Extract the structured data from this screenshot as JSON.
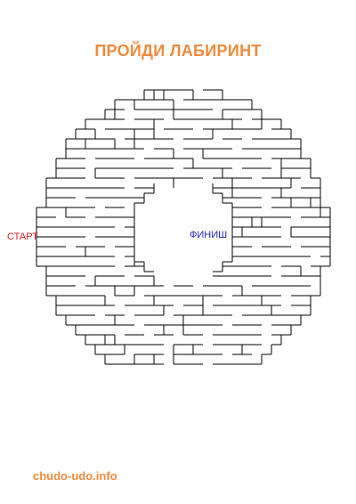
{
  "title": "ПРОЙДИ ЛАБИРИНТ",
  "start_label": "СТАРТ",
  "finish_label": "ФИНИШ",
  "site": "chudo-udo.info",
  "colors": {
    "title": "#f08a3c",
    "start": "#d81e1e",
    "finish": "#2323c8",
    "site": "#f08a3c",
    "maze_lines": "#000000"
  },
  "icons": {
    "maze": "circular-maze"
  }
}
